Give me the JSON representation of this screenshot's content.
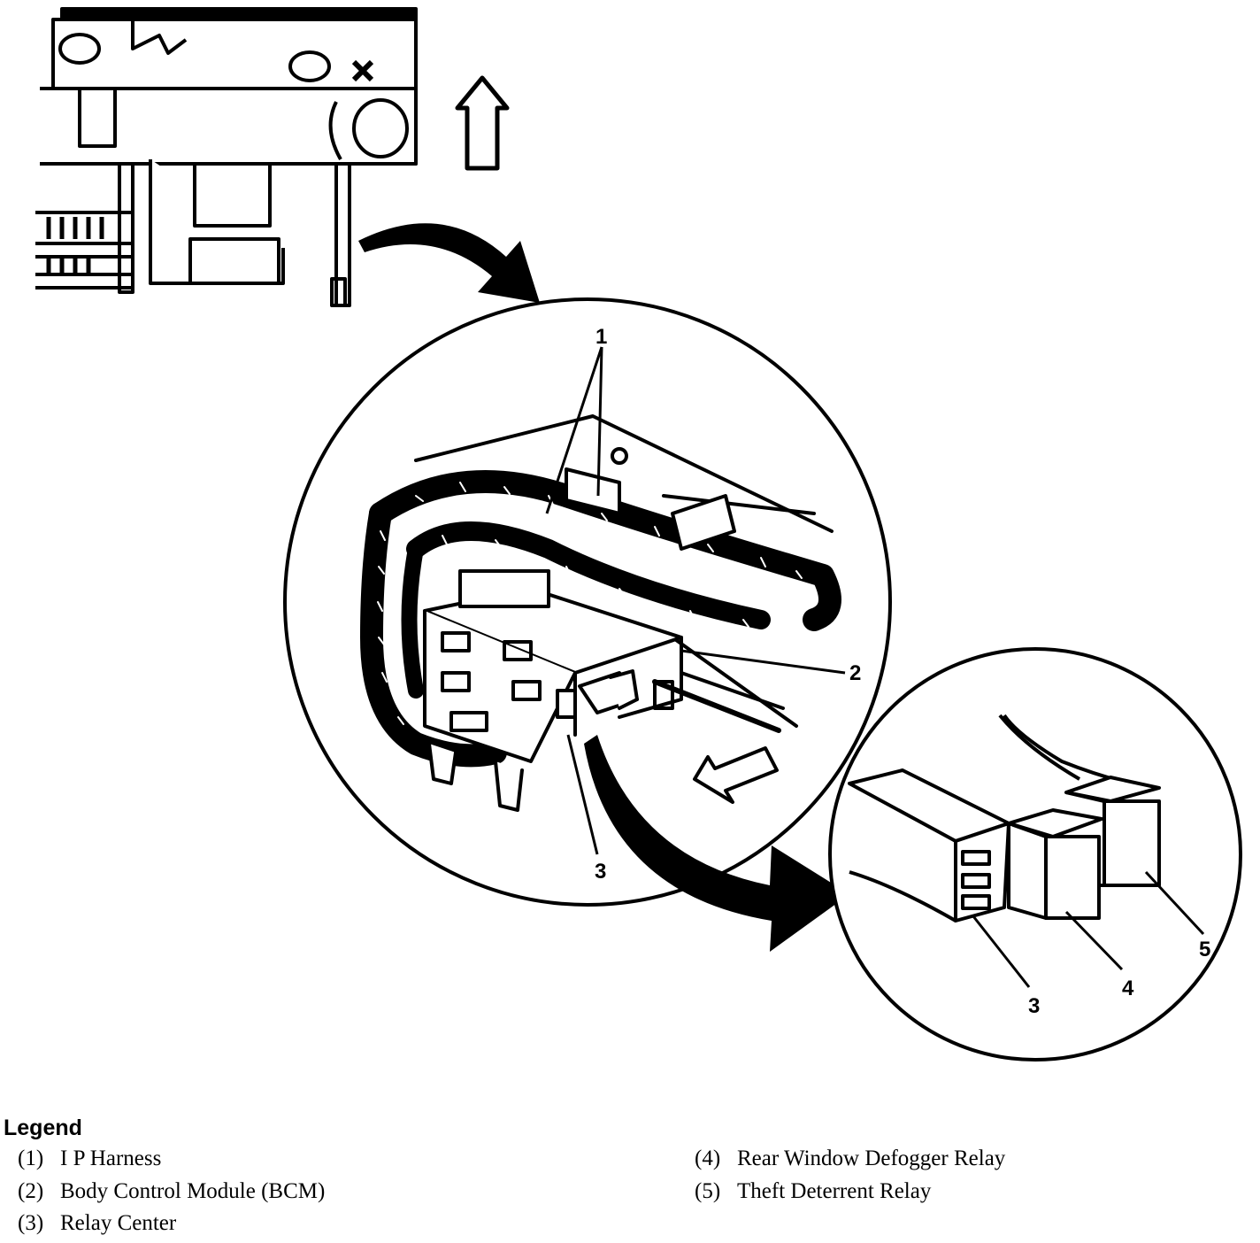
{
  "callouts": {
    "c1": "1",
    "c2": "2",
    "c3_main": "3",
    "c3_detail": "3",
    "c4": "4",
    "c5": "5"
  },
  "legend": {
    "title": "Legend",
    "items": [
      {
        "num": "(1)",
        "label": "I P Harness"
      },
      {
        "num": "(2)",
        "label": "Body Control Module (BCM)"
      },
      {
        "num": "(3)",
        "label": "Relay Center"
      },
      {
        "num": "(4)",
        "label": "Rear Window Defogger Relay"
      },
      {
        "num": "(5)",
        "label": "Theft Deterrent Relay"
      }
    ]
  }
}
